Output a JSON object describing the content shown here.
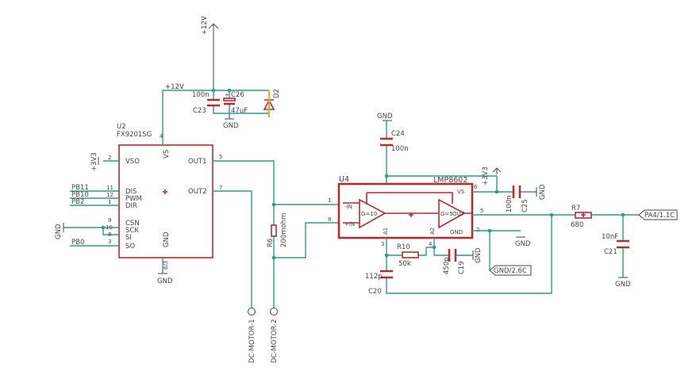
{
  "u2": {
    "ref": "U2",
    "part": "FX9201SG",
    "vso": "VSO",
    "vs": "VS",
    "out1": "OUT1",
    "out2": "OUT2",
    "dis": "DIS",
    "pwm": "PWM",
    "dir": "DIR",
    "csn": "CSN",
    "sck": "SCK",
    "si": "SI",
    "so": "SO",
    "gnd": "GND",
    "p2": "2",
    "p4": "4",
    "p5": "5",
    "p7": "7",
    "p11": "11",
    "p12": "12",
    "p1": "1",
    "p9": "9",
    "p10": "10",
    "p8": "8",
    "p3": "3",
    "p6": "6/3"
  },
  "u4": {
    "ref": "U4",
    "part": "LMP8602",
    "in_neg": "-IN",
    "in_pos": "+IN",
    "g1": "G=10",
    "g2": "G=5",
    "out": "OUT",
    "vs": "VS",
    "gnd": "GND",
    "a1": "A1",
    "a2": "A2",
    "p1": "1",
    "p8": "8",
    "p3": "3",
    "p4": "4",
    "p6": "6",
    "p5": "5",
    "p2": "2"
  },
  "nets": {
    "v12_top": "+12V",
    "v12_wire": "+12V",
    "v3_u2": "+3V3",
    "v3_u4": "+3V3",
    "gnd": "GND",
    "pb11": "PB11",
    "pb10": "PB10",
    "pb2": "PB2",
    "pb0": "PB0",
    "pa4": "PA4/1.1C",
    "gnd26": "GND/2.6C"
  },
  "parts": {
    "c23": "C23",
    "c23v": "100n",
    "c26": "C26",
    "c26v": "47uF",
    "d2": "D2",
    "c24": "C24",
    "c24v": "100n",
    "c25": "C25",
    "c25v": "100n",
    "r6": "R6",
    "r6v": "200mohm",
    "r10": "R10",
    "r10v": "50k",
    "c19": "C19",
    "c19v": "450p",
    "c20": "C20",
    "c20v": "112p",
    "r7": "R7",
    "r7v": "680",
    "c21": "C21",
    "c21v": "10nF",
    "m1": "DC-MOTOR-1",
    "m2": "DC-MOTOR-2"
  }
}
